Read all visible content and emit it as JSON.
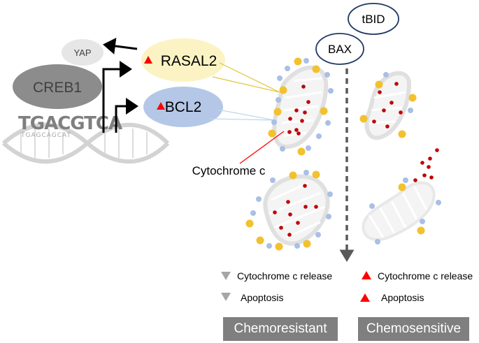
{
  "proteins": {
    "yap": "YAP",
    "creb1": "CREB1",
    "rasal2": "RASAL2",
    "bcl2": "BCL2",
    "tbid": "tBID",
    "bax": "BAX"
  },
  "motif_text": "TGACGTCA",
  "cytochrome_label": "Cytochrome c",
  "legend": {
    "resistant": {
      "release": "Cytochrome c release",
      "apoptosis": "Apoptosis",
      "marker_color": "#a6a6a6"
    },
    "sensitive": {
      "release": "Cytochrome c release",
      "apoptosis": "Apoptosis",
      "marker_color": "#ff0000"
    }
  },
  "panels": {
    "left": "Chemoresistant",
    "right": "Chemosensitive"
  },
  "colors": {
    "rasal2_fill": "#fbf3c3",
    "bcl2_fill": "#b4c7e7",
    "creb1_fill": "#8c8c8c",
    "yap_fill": "#e6e6e6",
    "up_marker": "#ff0000",
    "cytc_dot": "#c00000",
    "gold_dot": "#f2c12e",
    "blue_dot": "#a9bfe6"
  }
}
